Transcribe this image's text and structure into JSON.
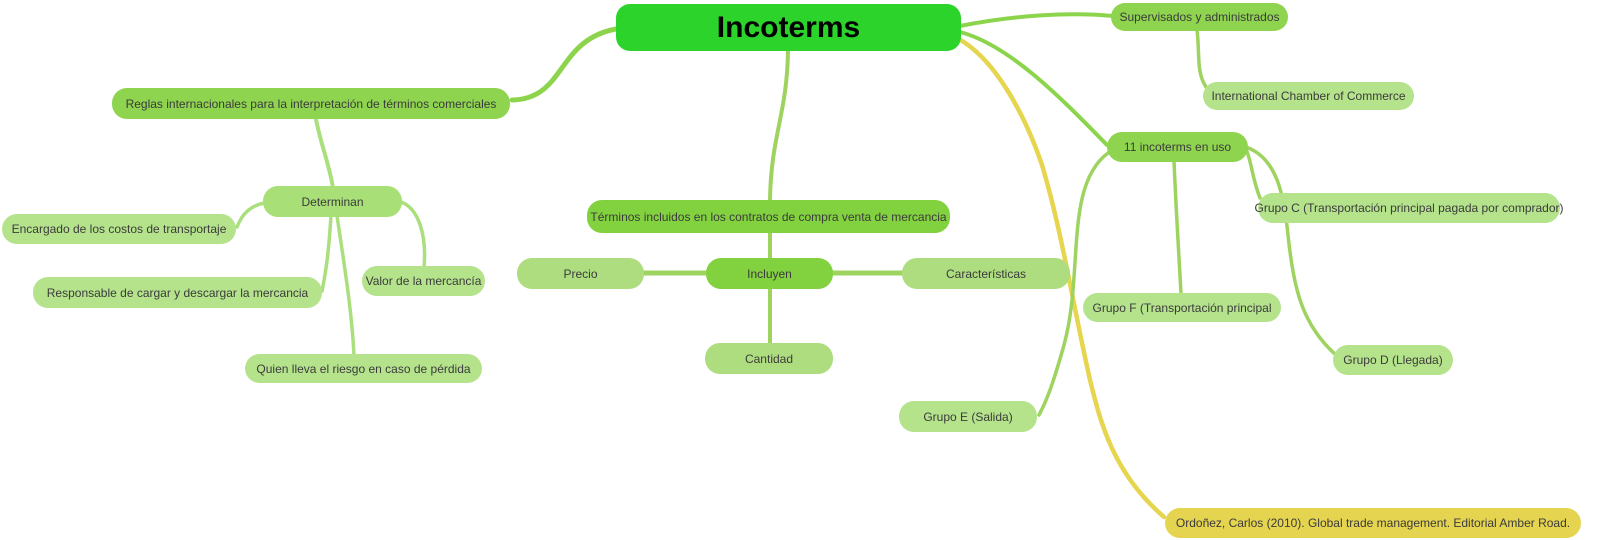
{
  "diagram_title": "Incoterms mind map",
  "palette": {
    "root_green": "#2bd32b",
    "branch_green": "#8ed44f",
    "mid_green": "#82d240",
    "soft_green": "#a8df76",
    "leaf_green": "#b5e38c",
    "leaf_green_alt": "#aedd80",
    "reference_yellow": "#e5d44f",
    "edge_dark_green": "#8cd44b",
    "edge_green": "#9ed35f",
    "edge_light_green": "#abdf7d",
    "edge_yellow": "#e6d54e",
    "text_dark": "#3b3b3b"
  },
  "nodes": {
    "incoterms": {
      "label": "Incoterms",
      "color": "#2bd32b"
    },
    "reglas": {
      "label": "Reglas internacionales para la interpretación de términos comerciales",
      "color": "#8ed44f"
    },
    "determinan": {
      "label": "Determinan",
      "color": "#a8df76"
    },
    "encargado": {
      "label": "Encargado de los costos de transportaje",
      "color": "#b5e38c"
    },
    "responsable": {
      "label": "Responsable de cargar y descargar la mercancia",
      "color": "#b5e38c"
    },
    "valor": {
      "label": "Valor de la mercancía",
      "color": "#b5e38c"
    },
    "quien": {
      "label": "Quien lleva el riesgo en caso de pérdida",
      "color": "#b5e38c"
    },
    "terminos": {
      "label": "Términos incluidos en los contratos de compra venta de mercancia",
      "color": "#82d240"
    },
    "precio": {
      "label": "Precio",
      "color": "#aedd80"
    },
    "incluyen": {
      "label": "Incluyen",
      "color": "#82d240"
    },
    "caracteristicas": {
      "label": "Características",
      "color": "#aedd80"
    },
    "cantidad": {
      "label": "Cantidad",
      "color": "#aedd80"
    },
    "supervisados": {
      "label": "Supervisados y administrados",
      "color": "#8ed44f"
    },
    "icc": {
      "label": "International Chamber of Commerce",
      "color": "#b5e38c"
    },
    "once": {
      "label": "11 incoterms en uso",
      "color": "#8ed44f"
    },
    "grupo_c": {
      "label": "Grupo C (Transportación principal pagada por comprador)",
      "color": "#b5e38c"
    },
    "grupo_f": {
      "label": "Grupo F (Transportación principal",
      "color": "#b5e38c"
    },
    "grupo_d": {
      "label": "Grupo D (Llegada)",
      "color": "#b5e38c"
    },
    "grupo_e": {
      "label": "Grupo E (Salida)",
      "color": "#b5e38c"
    },
    "referencia": {
      "label": "Ordoñez, Carlos (2010). Global trade management. Editorial Amber Road.",
      "color": "#e5d44f"
    }
  },
  "edges": [
    {
      "from": "incoterms",
      "to": "reglas"
    },
    {
      "from": "incoterms",
      "to": "terminos"
    },
    {
      "from": "incoterms",
      "to": "supervisados"
    },
    {
      "from": "incoterms",
      "to": "once"
    },
    {
      "from": "incoterms",
      "to": "referencia"
    },
    {
      "from": "reglas",
      "to": "determinan"
    },
    {
      "from": "determinan",
      "to": "encargado"
    },
    {
      "from": "determinan",
      "to": "responsable"
    },
    {
      "from": "determinan",
      "to": "quien"
    },
    {
      "from": "determinan",
      "to": "valor"
    },
    {
      "from": "terminos",
      "to": "incluyen"
    },
    {
      "from": "incluyen",
      "to": "precio"
    },
    {
      "from": "incluyen",
      "to": "caracteristicas"
    },
    {
      "from": "incluyen",
      "to": "cantidad"
    },
    {
      "from": "supervisados",
      "to": "icc"
    },
    {
      "from": "once",
      "to": "grupo_c"
    },
    {
      "from": "once",
      "to": "grupo_f"
    },
    {
      "from": "once",
      "to": "grupo_d"
    },
    {
      "from": "once",
      "to": "grupo_e"
    }
  ]
}
